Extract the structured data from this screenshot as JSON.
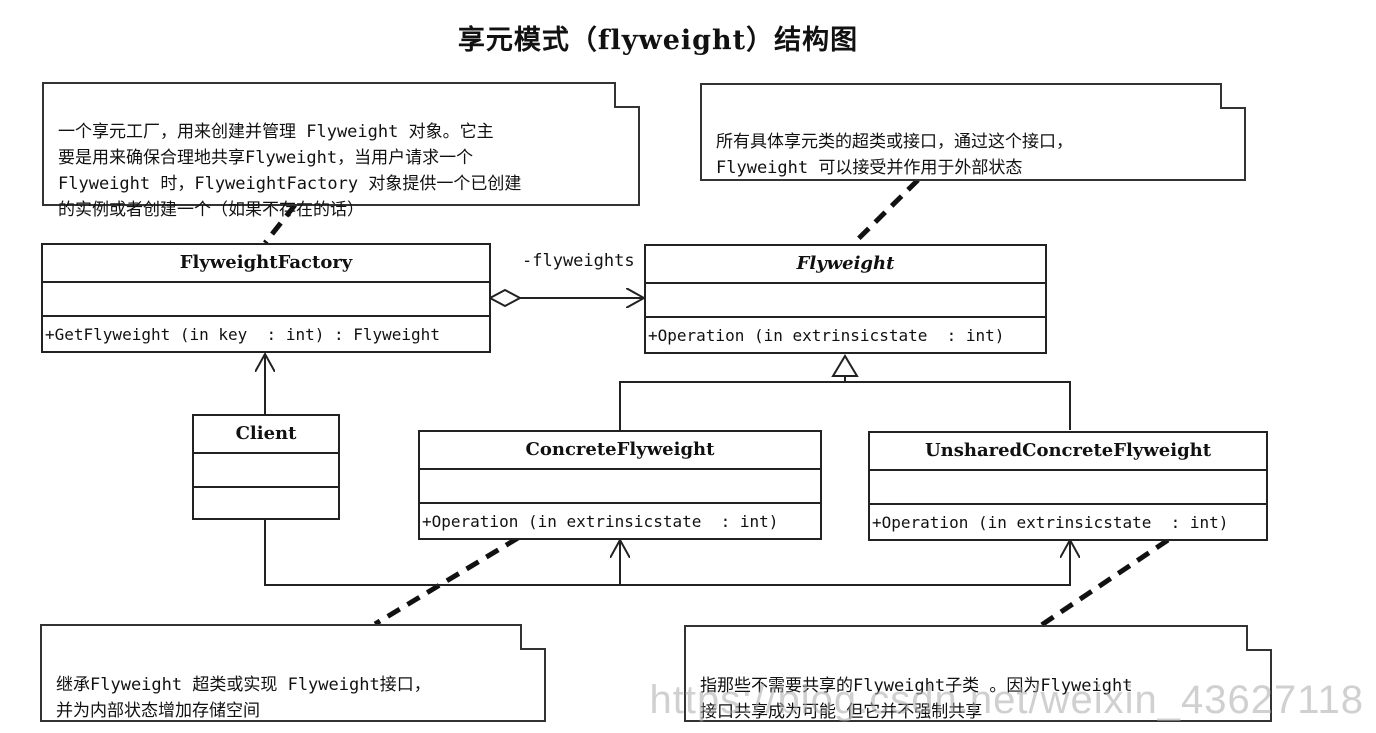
{
  "title": "享元模式（flyweight）结构图",
  "notes": {
    "factory": "一个享元工厂，用来创建并管理 Flyweight 对象。它主\n要是用来确保合理地共享Flyweight，当用户请求一个\nFlyweight 时，FlyweightFactory 对象提供一个已创建\n的实例或者创建一个（如果不存在的话）",
    "flyweight": "所有具体享元类的超类或接口，通过这个接口，\nFlyweight 可以接受并作用于外部状态",
    "concrete": "继承Flyweight 超类或实现 Flyweight接口，\n并为内部状态增加存储空间",
    "unshared": "指那些不需要共享的Flyweight子类 。因为Flyweight\n接口共享成为可能 但它并不强制共享"
  },
  "classes": {
    "factory": {
      "name": "FlyweightFactory",
      "op": "+GetFlyweight (in key  : int) : Flyweight"
    },
    "flyweight": {
      "name": "Flyweight",
      "op": "+Operation (in extrinsicstate  : int)"
    },
    "client": {
      "name": "Client"
    },
    "concrete": {
      "name": "ConcreteFlyweight",
      "op": "+Operation (in extrinsicstate  : int)"
    },
    "unshared": {
      "name": "UnsharedConcreteFlyweight",
      "op": "+Operation (in extrinsicstate  : int)"
    }
  },
  "association_label": "-flyweights",
  "watermark": "https://blog.csdn.net/weixin_43627118"
}
